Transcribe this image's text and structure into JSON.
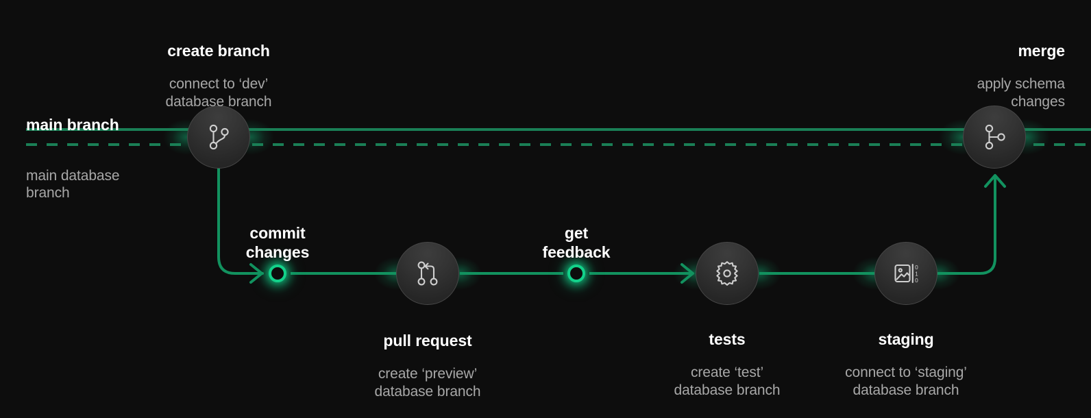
{
  "diagram": {
    "background_color": "#0d0d0d",
    "accent_green": "#13d18a",
    "line_green": "#1a7f56",
    "title_color": "#ffffff",
    "sub_color": "#a8a8a8"
  },
  "lanes": {
    "main_branch": {
      "label": "main branch",
      "style": "solid",
      "color": "#1a7f56"
    },
    "main_database_branch": {
      "label": "main database\nbranch",
      "style": "dashed",
      "color": "#1a7f56"
    }
  },
  "nodes": [
    {
      "id": "create-branch",
      "title": "create branch",
      "sub": "connect to ‘dev’\ndatabase branch",
      "icon": "git-branch-icon",
      "shape": "circle-node",
      "label_position": "above",
      "align": "center"
    },
    {
      "id": "merge",
      "title": "merge",
      "sub": "apply schema\nchanges",
      "icon": "git-merge-icon",
      "shape": "circle-node",
      "label_position": "above",
      "align": "right"
    },
    {
      "id": "commit-changes",
      "title": "commit\nchanges",
      "sub": "",
      "icon": "commit-dot-icon",
      "shape": "glow-dot",
      "label_position": "above",
      "align": "center"
    },
    {
      "id": "pull-request",
      "title": "pull request",
      "sub": "create ‘preview’\ndatabase branch",
      "icon": "git-pull-request-icon",
      "shape": "circle-node",
      "label_position": "below",
      "align": "center"
    },
    {
      "id": "get-feedback",
      "title": "get\nfeedback",
      "sub": "",
      "icon": "feedback-dot-icon",
      "shape": "glow-dot",
      "label_position": "above",
      "align": "center"
    },
    {
      "id": "tests",
      "title": "tests",
      "sub": "create ‘test’\ndatabase branch",
      "icon": "gear-icon",
      "shape": "circle-node",
      "label_position": "below",
      "align": "center"
    },
    {
      "id": "staging",
      "title": "staging",
      "sub": "connect to ‘staging’\ndatabase branch",
      "icon": "image-binary-icon",
      "shape": "circle-node",
      "label_position": "below",
      "align": "center"
    }
  ]
}
